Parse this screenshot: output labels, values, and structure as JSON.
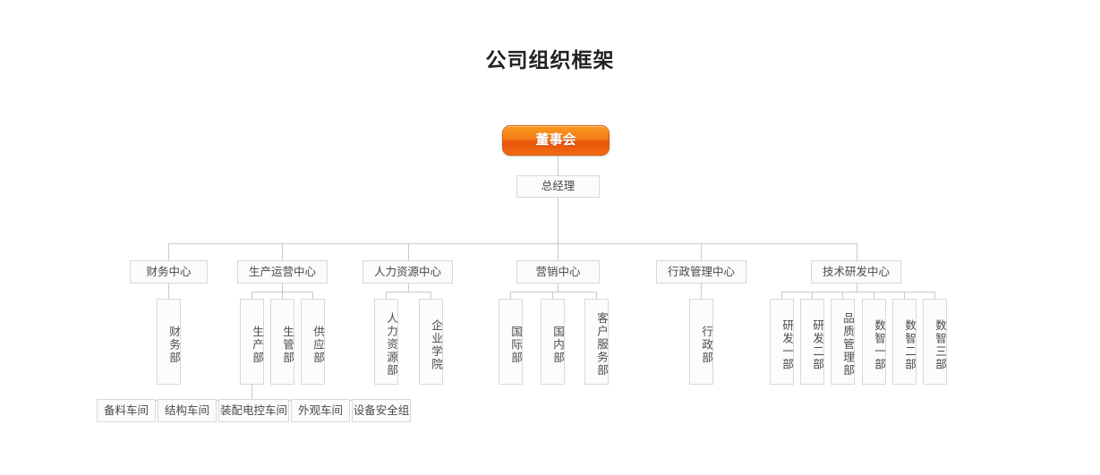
{
  "title": "公司组织框架",
  "chart_data": {
    "type": "diagram",
    "diagram_kind": "org-chart",
    "title": "公司组织框架",
    "accent_color": "#f1700f",
    "box_border_color": "#d8d8d8",
    "line_color": "#c9c9c9",
    "nodes": {
      "root": {
        "label": "董事会",
        "style": "orange-gradient"
      },
      "gm": {
        "label": "总经理",
        "style": "plain"
      },
      "centers": [
        {
          "label": "财务中心"
        },
        {
          "label": "生产运营中心"
        },
        {
          "label": "人力资源中心"
        },
        {
          "label": "营销中心"
        },
        {
          "label": "行政管理中心"
        },
        {
          "label": "技术研发中心"
        }
      ],
      "departments": {
        "finance": [
          {
            "label": "财务部"
          }
        ],
        "production": [
          {
            "label": "生产部"
          },
          {
            "label": "生管部"
          },
          {
            "label": "供应部"
          }
        ],
        "hr": [
          {
            "label": "人力资源部"
          },
          {
            "label": "企业学院"
          }
        ],
        "marketing": [
          {
            "label": "国际部"
          },
          {
            "label": "国内部"
          },
          {
            "label": "客户服务部"
          }
        ],
        "admin": [
          {
            "label": "行政部"
          }
        ],
        "rnd": [
          {
            "label": "研发一部"
          },
          {
            "label": "研发二部"
          },
          {
            "label": "品质管理部"
          },
          {
            "label": "数智一部"
          },
          {
            "label": "数智二部"
          },
          {
            "label": "数智三部"
          }
        ]
      },
      "workshops": [
        {
          "label": "备料车间"
        },
        {
          "label": "结构车间"
        },
        {
          "label": "装配电控车间"
        },
        {
          "label": "外观车间"
        },
        {
          "label": "设备安全组"
        }
      ]
    }
  }
}
